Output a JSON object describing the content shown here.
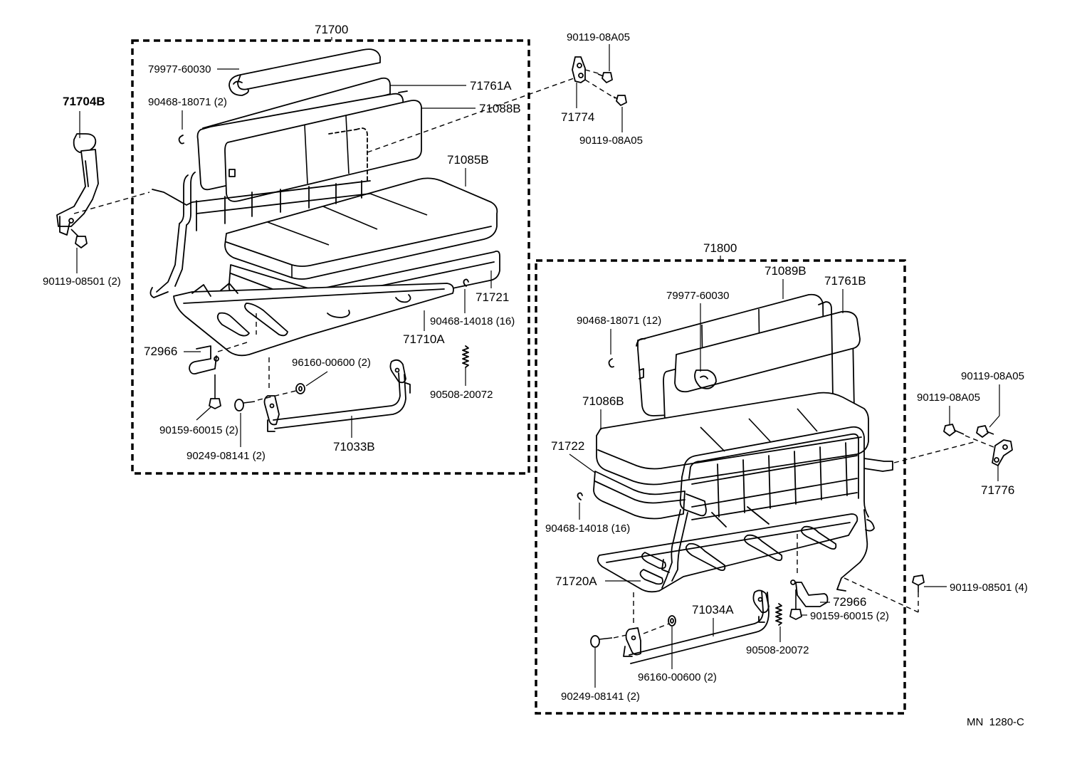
{
  "figure_code": "MN  1280-C",
  "assembly_rear": {
    "assembly_no": "71700",
    "labels": {
      "belt": "71704B",
      "belt_bolt": "90119-08501 (2)",
      "pad": "79977-60030",
      "clip_upper": "90468-18071 (2)",
      "back_cover": "71761A",
      "back_pad": "71088B",
      "cushion_cover": "71085B",
      "cushion_pad": "71721",
      "clip_lower": "90468-14018 (16)",
      "frame": "71710A",
      "hinge": "72966",
      "washer": "96160-00600 (2)",
      "spring": "90508-20072",
      "bolt_a": "90159-60015 (2)",
      "bolt_b": "90249-08141 (2)",
      "rod": "71033B"
    }
  },
  "rear_bracket": {
    "bolt_top": "90119-08A05",
    "bracket": "71774",
    "bolt_bottom": "90119-08A05"
  },
  "assembly_front": {
    "assembly_no": "71800",
    "labels": {
      "back_pad": "71089B",
      "pad": "79977-60030",
      "back_cover": "71761B",
      "clip_upper": "90468-18071 (12)",
      "cushion_cover": "71086B",
      "cushion_pad": "71722",
      "clip_lower": "90468-14018 (16)",
      "frame": "71720A",
      "hinge": "72966",
      "bolt_a": "90159-60015 (2)",
      "rod": "71034A",
      "spring": "90508-20072",
      "washer": "96160-00600 (2)",
      "bolt_b": "90249-08141 (2)"
    }
  },
  "front_bracket": {
    "bolt_right": "90119-08A05",
    "bolt_left": "90119-08A05",
    "bracket": "71776",
    "belt_bolt": "90119-08501 (4)"
  }
}
